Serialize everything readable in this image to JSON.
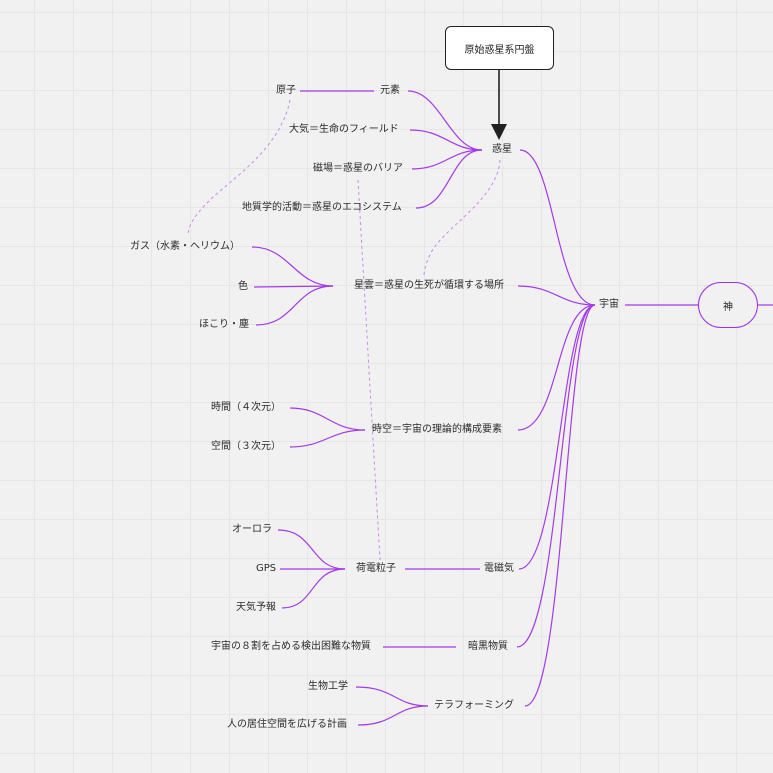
{
  "colors": {
    "edge": "#a43ae8",
    "dashed": "#c88af0",
    "arrow": "#222222"
  },
  "top_box": {
    "label": "原始惑星系円盤"
  },
  "god_node": {
    "label": "神"
  },
  "nodes": {
    "universe": "宇宙",
    "planet": "惑星",
    "atom": "原子",
    "element": "元素",
    "atmosphere": "大気＝生命のフィールド",
    "magnetic_field": "磁場＝惑星のバリア",
    "geology": "地質学的活動＝惑星のエコシステム",
    "gas": "ガス（水素・ヘリウム）",
    "color": "色",
    "dust": "ほこり・塵",
    "nebula": "星雲＝惑星の生死が循環する場所",
    "time": "時間（４次元）",
    "space": "空間（３次元）",
    "spacetime": "時空＝宇宙の理論的構成要素",
    "aurora": "オーロラ",
    "gps": "GPS",
    "weather": "天気予報",
    "charged": "荷電粒子",
    "em": "電磁気",
    "dark_desc": "宇宙の８割を占める検出困難な物質",
    "dark": "暗黒物質",
    "biotech": "生物工学",
    "habitat": "人の居住空間を広げる計画",
    "terraform": "テラフォーミング"
  }
}
